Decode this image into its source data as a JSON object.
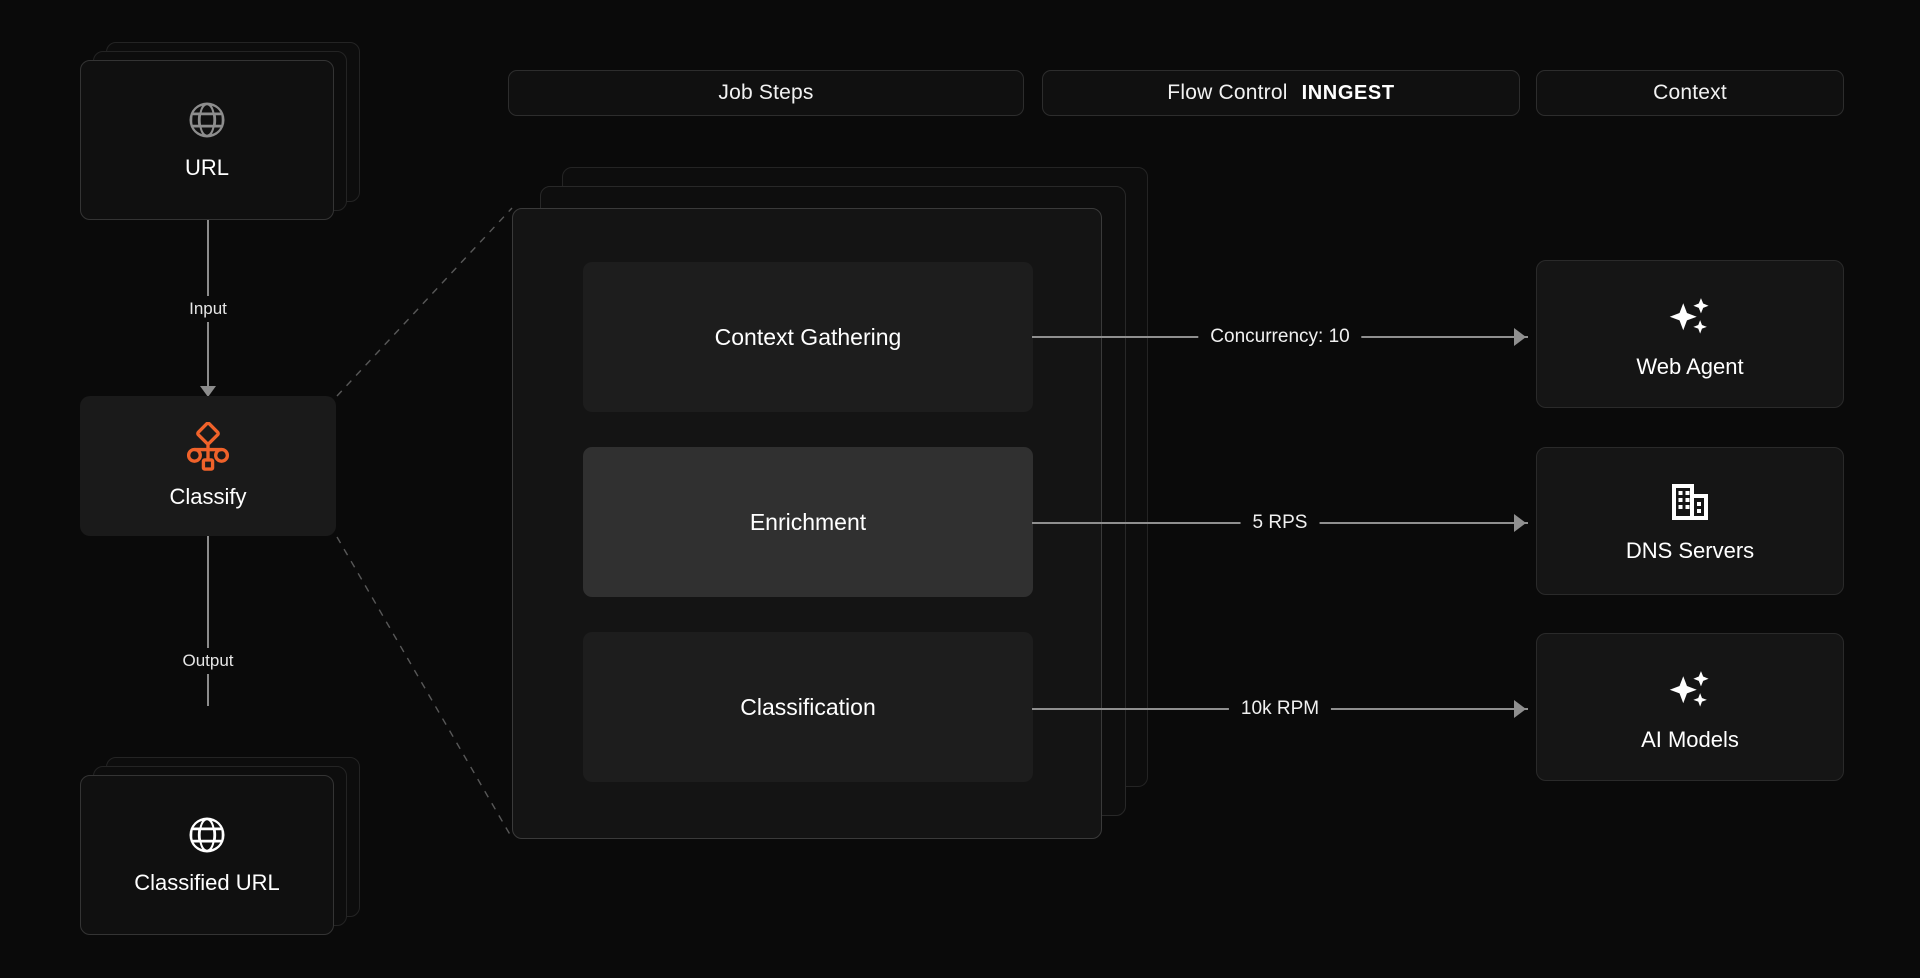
{
  "header": {
    "tabs": [
      {
        "id": "job-steps",
        "label": "Job Steps"
      },
      {
        "id": "flow-control",
        "label": "Flow Control",
        "brand": "INNGEST"
      },
      {
        "id": "context",
        "label": "Context"
      }
    ]
  },
  "pipeline": {
    "input_card": {
      "label": "URL",
      "icon": "globe-icon"
    },
    "input_edge": {
      "label": "Input"
    },
    "process": {
      "label": "Classify",
      "icon": "workflow-branch-icon",
      "accent": "#f0622a"
    },
    "output_edge": {
      "label": "Output"
    },
    "output_card": {
      "label": "Classified URL",
      "icon": "globe-icon"
    }
  },
  "job": {
    "steps": [
      {
        "label": "Context Gathering",
        "active": false
      },
      {
        "label": "Enrichment",
        "active": true
      },
      {
        "label": "Classification",
        "active": false
      }
    ]
  },
  "flow_control": {
    "edges": [
      {
        "label": "Concurrency: 10"
      },
      {
        "label": "5 RPS"
      },
      {
        "label": "10k RPM"
      }
    ]
  },
  "context": {
    "cards": [
      {
        "label": "Web Agent",
        "icon": "sparkles-icon"
      },
      {
        "label": "DNS Servers",
        "icon": "building-icon"
      },
      {
        "label": "AI Models",
        "icon": "sparkles-icon"
      }
    ]
  },
  "colors": {
    "background": "#0a0a0a",
    "card": "#101010",
    "card_border": "#2d2d2d",
    "step": "#1d1d1d",
    "step_active": "#303030",
    "accent": "#f0622a",
    "line": "#8f8f8f",
    "text": "#ffffff"
  }
}
